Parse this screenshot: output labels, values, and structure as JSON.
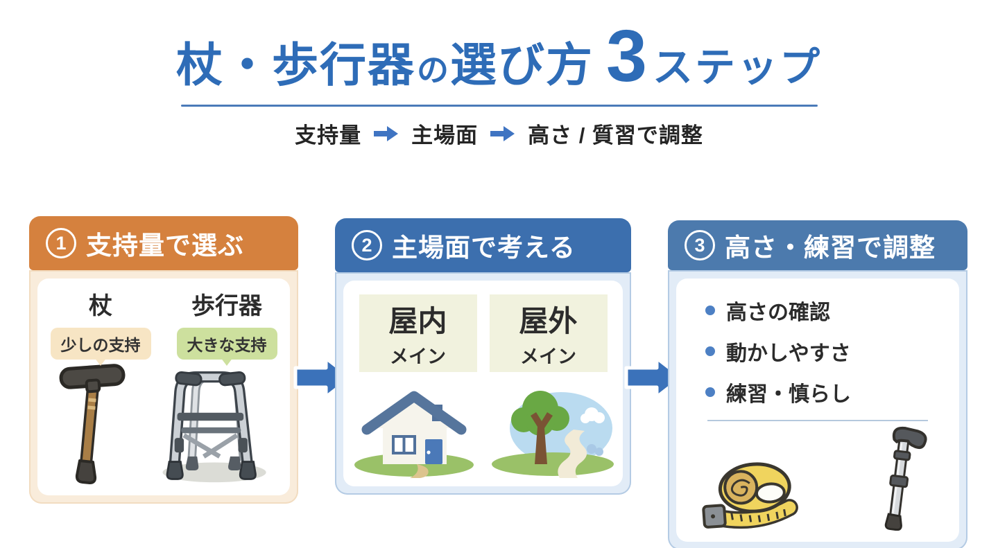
{
  "title": {
    "main1": "杖・歩行器",
    "particle": "の",
    "main2": "選び方",
    "number": "3",
    "suffix": "ステップ"
  },
  "flow": {
    "step1": "支持量",
    "step2": "主場面",
    "step3": "高さ / 質習で調整"
  },
  "colors": {
    "title_blue": "#2e6cb7",
    "arrow_blue": "#3b73bb",
    "step1_orange": "#d5813e",
    "step2_blue": "#3c6fae",
    "step3_blue": "#4c7aad",
    "card1_body": "#f9ecdb",
    "card23_body": "#e2ecf7",
    "tag_cream": "#f7e5c4",
    "tag_green": "#cde09e",
    "option_box": "#f1f2de",
    "bullet_dot": "#4d80c4"
  },
  "cards": [
    {
      "number": "1",
      "title": "支持量で選ぶ",
      "options": [
        {
          "name": "杖",
          "tag": "少しの支持"
        },
        {
          "name": "歩行器",
          "tag": "大きな支持"
        }
      ],
      "icons": [
        "cane-icon",
        "walker-icon"
      ]
    },
    {
      "number": "2",
      "title": "主場面で考える",
      "options": [
        {
          "name": "屋内",
          "sub": "メイン"
        },
        {
          "name": "屋外",
          "sub": "メイン"
        }
      ],
      "icons": [
        "house-icon",
        "outdoor-icon"
      ]
    },
    {
      "number": "3",
      "title": "高さ・練習で調整",
      "bullets": [
        "高さの確認",
        "動かしやすさ",
        "練習・慎らし"
      ],
      "icons": [
        "tape-measure-icon",
        "adjustable-cane-icon"
      ]
    }
  ]
}
